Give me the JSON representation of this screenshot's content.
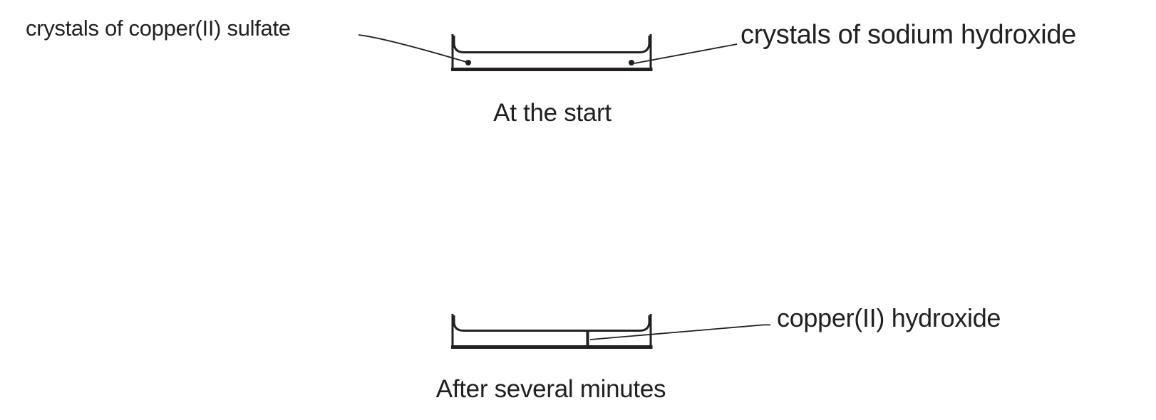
{
  "colors": {
    "ink": "#231f20",
    "background": "#ffffff"
  },
  "stage_start": {
    "label_copper_sulfate": "crystals of copper(II) sulfate",
    "label_sodium_hydroxide": "crystals of sodium hydroxide",
    "caption": "At the start"
  },
  "stage_after": {
    "label_copper_hydroxide": "copper(II) hydroxide",
    "caption": "After several minutes"
  }
}
